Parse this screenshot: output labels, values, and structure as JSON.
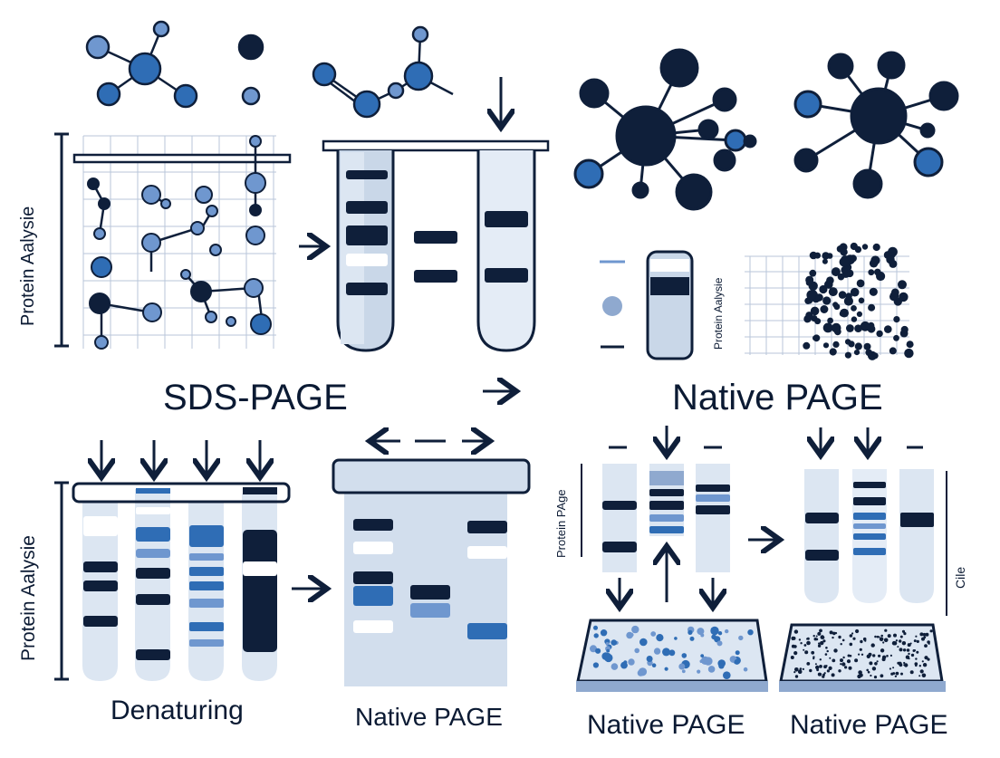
{
  "colors": {
    "navy": "#0f1f3a",
    "blue": "#2f6db5",
    "light_blue": "#6f97cf",
    "pale": "#dce6f2",
    "tube": "#c9d7e8",
    "grid": "#b8c6da"
  },
  "labels": {
    "sds_page": "SDS-PAGE",
    "native_page_top": "Native PAGE",
    "denaturing": "Denaturing",
    "native_page_bottom_mid": "Native PAGE",
    "native_page_bottom_right_1": "Native PAGE",
    "native_page_bottom_right_2": "Native PAGE",
    "protein_aalysie_top_left": "Protein Aalysie",
    "protein_aalysie_bottom_left": "Protein Aalysie",
    "protein_aalysie_small": "Protein Aalysie",
    "protein_page": "Protein PAge",
    "cile": "Cile"
  },
  "icons": [
    "arrow-right-icon",
    "arrow-down-icon",
    "arrow-up-icon",
    "double-arrow-icon"
  ]
}
